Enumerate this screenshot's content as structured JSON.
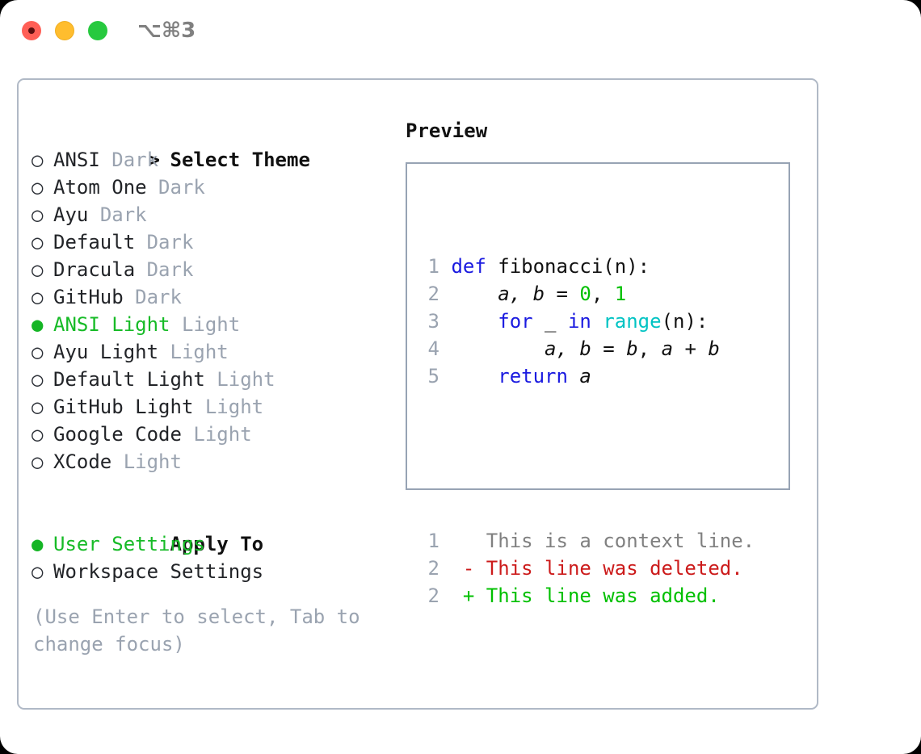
{
  "titlebar": {
    "shortcut": "⌥⌘3",
    "lights": [
      "close-red",
      "minimize-yellow",
      "zoom-green"
    ]
  },
  "theme_picker": {
    "heading": "Select Theme",
    "heading_marker": ">",
    "unselected_marker": "○",
    "selected_marker": "●",
    "items": [
      {
        "name": "ANSI",
        "variant": "Dark",
        "selected": false
      },
      {
        "name": "Atom One",
        "variant": "Dark",
        "selected": false
      },
      {
        "name": "Ayu",
        "variant": "Dark",
        "selected": false
      },
      {
        "name": "Default",
        "variant": "Dark",
        "selected": false
      },
      {
        "name": "Dracula",
        "variant": "Dark",
        "selected": false
      },
      {
        "name": "GitHub",
        "variant": "Dark",
        "selected": false
      },
      {
        "name": "ANSI Light",
        "variant": "Light",
        "selected": true
      },
      {
        "name": "Ayu Light",
        "variant": "Light",
        "selected": false
      },
      {
        "name": "Default Light",
        "variant": "Light",
        "selected": false
      },
      {
        "name": "GitHub Light",
        "variant": "Light",
        "selected": false
      },
      {
        "name": "Google Code",
        "variant": "Light",
        "selected": false
      },
      {
        "name": "XCode",
        "variant": "Light",
        "selected": false
      }
    ]
  },
  "apply_to": {
    "heading": "Apply To",
    "items": [
      {
        "name": "User Settings",
        "selected": true
      },
      {
        "name": "Workspace Settings",
        "selected": false
      }
    ]
  },
  "hint": "(Use Enter to select, Tab to change focus)",
  "preview": {
    "title": "Preview",
    "code_lines": [
      {
        "number": "1",
        "tokens": [
          {
            "text": "def",
            "style": "kw"
          },
          {
            "text": " fibonacci(n):",
            "style": "plain"
          }
        ]
      },
      {
        "number": "2",
        "tokens": [
          {
            "text": "    ",
            "style": "plain"
          },
          {
            "text": "a, b",
            "style": "var"
          },
          {
            "text": " = ",
            "style": "plain"
          },
          {
            "text": "0",
            "style": "num"
          },
          {
            "text": ", ",
            "style": "plain"
          },
          {
            "text": "1",
            "style": "num"
          }
        ]
      },
      {
        "number": "3",
        "tokens": [
          {
            "text": "    ",
            "style": "plain"
          },
          {
            "text": "for",
            "style": "kw"
          },
          {
            "text": " _ ",
            "style": "plain"
          },
          {
            "text": "in",
            "style": "kw"
          },
          {
            "text": " ",
            "style": "plain"
          },
          {
            "text": "range",
            "style": "fn"
          },
          {
            "text": "(n):",
            "style": "plain"
          }
        ]
      },
      {
        "number": "4",
        "tokens": [
          {
            "text": "        ",
            "style": "plain"
          },
          {
            "text": "a, b",
            "style": "var"
          },
          {
            "text": " = ",
            "style": "plain"
          },
          {
            "text": "b",
            "style": "var"
          },
          {
            "text": ", ",
            "style": "plain"
          },
          {
            "text": "a + b",
            "style": "var"
          }
        ]
      },
      {
        "number": "5",
        "tokens": [
          {
            "text": "    ",
            "style": "plain"
          },
          {
            "text": "return",
            "style": "kw"
          },
          {
            "text": " ",
            "style": "plain"
          },
          {
            "text": "a",
            "style": "var"
          }
        ]
      }
    ],
    "diff_lines": [
      {
        "number": "1",
        "sign": " ",
        "text": "This is a context line.",
        "kind": "ctx"
      },
      {
        "number": "2",
        "sign": "-",
        "text": "This line was deleted.",
        "kind": "del"
      },
      {
        "number": "2",
        "sign": "+",
        "text": "This line was added.",
        "kind": "add"
      }
    ]
  },
  "colors": {
    "accent_green": "#17bb27",
    "muted": "#9aa3b0",
    "keyword_blue": "#1a1ae0",
    "function_cyan": "#00c3c3",
    "number_green": "#00c000",
    "diff_delete_red": "#cc1b1b",
    "diff_add_green": "#00c000",
    "border": "#b0b9c6",
    "light_red": "#ff5f56",
    "light_yellow": "#ffbd2e",
    "light_green": "#27c93f"
  }
}
